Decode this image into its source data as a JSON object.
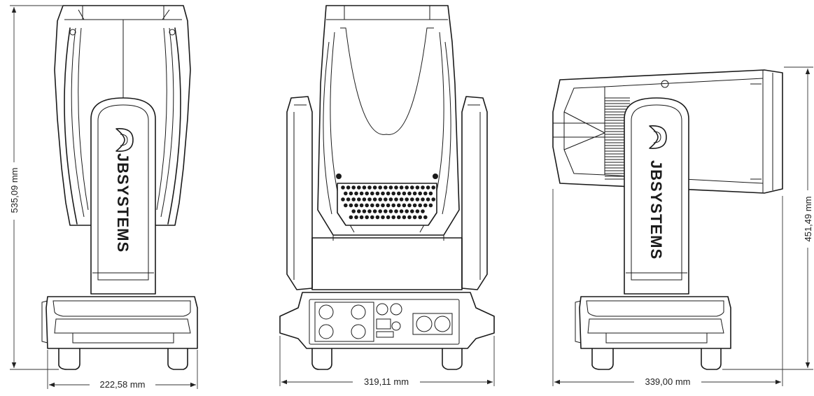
{
  "drawing": {
    "brand_text": "JBSYSTEMS",
    "dimensions": {
      "front_width": "222,58 mm",
      "front_height": "535,09 mm",
      "rear_width": "319,11 mm",
      "side_width": "339,00 mm",
      "side_height": "451,49 mm"
    }
  },
  "colors": {
    "line": "#1a1a1a",
    "background": "#ffffff"
  }
}
